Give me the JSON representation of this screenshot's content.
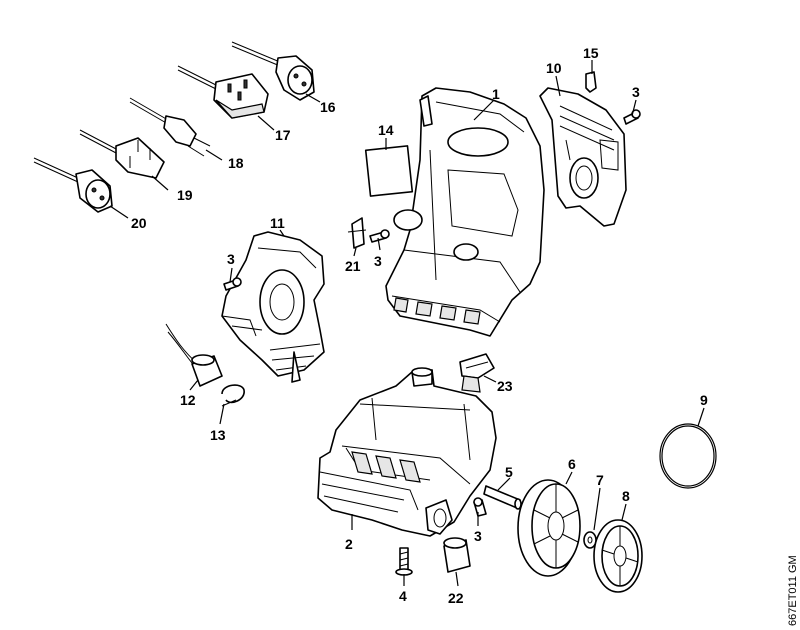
{
  "callouts": [
    "1",
    "2",
    "3",
    "3",
    "3",
    "3",
    "4",
    "5",
    "6",
    "7",
    "8",
    "9",
    "10",
    "11",
    "12",
    "13",
    "14",
    "15",
    "16",
    "17",
    "18",
    "19",
    "20",
    "21",
    "22",
    "23"
  ],
  "drawing_code": "667ET011 GM"
}
